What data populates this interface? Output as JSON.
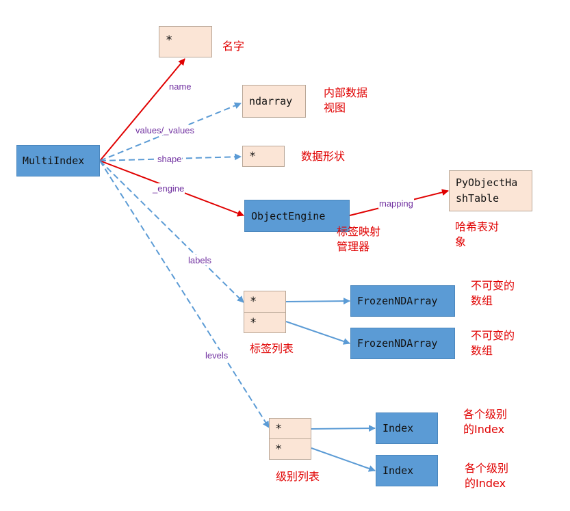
{
  "nodes": {
    "multiindex": "MultiIndex",
    "name_box": "*",
    "ndarray": "ndarray",
    "shape_box": "*",
    "objectengine": "ObjectEngine",
    "pyobject_line1": "PyObjectHa",
    "pyobject_line2": "shTable",
    "labels_cell1": "*",
    "labels_cell2": "*",
    "frozen1": "FrozenNDArray",
    "frozen2": "FrozenNDArray",
    "levels_cell1": "*",
    "levels_cell2": "*",
    "index1": "Index",
    "index2": "Index"
  },
  "edge_labels": {
    "name": "name",
    "values": "values/_values",
    "shape": "shape",
    "engine": "_engine",
    "mapping": "mapping",
    "labels": "labels",
    "levels": "levels"
  },
  "notes": {
    "name_line1": "名字",
    "ndarray_line1": "内部数据",
    "ndarray_line2": "视图",
    "shape_line1": "数据形状",
    "engine_line1": "标签映射",
    "engine_line2": "管理器",
    "hash_line1": "哈希表对",
    "hash_line2": "象",
    "frozen1_line1": "不可变的",
    "frozen1_line2": "数组",
    "frozen2_line1": "不可变的",
    "frozen2_line2": "数组",
    "labels_list": "标签列表",
    "index1_line1": "各个级别",
    "index1_line2": "的Index",
    "index2_line1": "各个级别",
    "index2_line2": "的Index",
    "levels_list": "级别列表"
  },
  "colors": {
    "node_blue": "#5b9bd5",
    "node_tan": "#fbe5d6",
    "arrow_red": "#e00000",
    "arrow_blue": "#5b9bd5",
    "label_purple": "#7030a0",
    "note_red": "#e00000"
  }
}
